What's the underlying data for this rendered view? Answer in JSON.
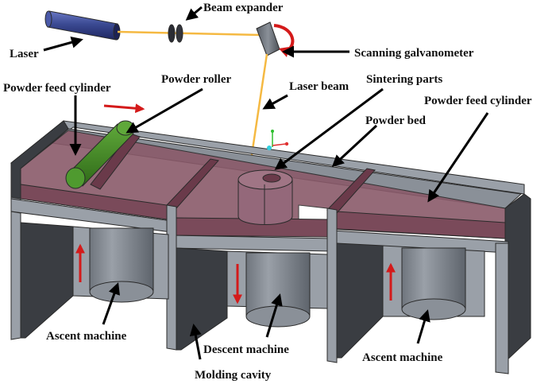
{
  "diagram": {
    "title": "Selective laser sintering system schematic",
    "labels": {
      "laser": "Laser",
      "beam_expander": "Beam expander",
      "scanning_galvanometer": "Scanning galvanometer",
      "powder_feed_cylinder_left": "Powder feed cylinder",
      "powder_roller": "Powder roller",
      "laser_beam": "Laser beam",
      "sintering_parts": "Sintering parts",
      "powder_bed": "Powder bed",
      "powder_feed_cylinder_right": "Powder feed cylinder",
      "ascent_machine_left": "Ascent machine",
      "descent_machine": "Descent machine",
      "molding_cavity": "Molding cavity",
      "ascent_machine_right": "Ascent machine"
    },
    "motion": {
      "roller_direction": "right",
      "left_piston": "up",
      "center_piston": "down",
      "right_piston": "up"
    },
    "colors": {
      "laser_body": "#3b4a93",
      "laser_beam": "#f5b942",
      "powder": "#8a5a6a",
      "frame": "#8a9098",
      "dark_wall": "#3a3d42",
      "roller": "#4a8a2a",
      "motion_arrow": "#d41a1a"
    }
  }
}
